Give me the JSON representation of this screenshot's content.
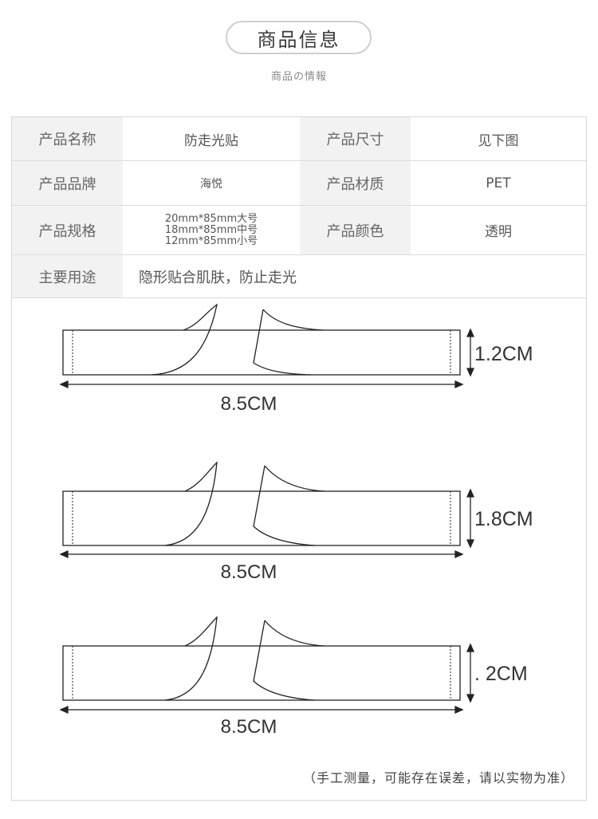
{
  "header": {
    "title": "商品信息",
    "subtitle": "商品の情報"
  },
  "spec_table": {
    "rows": [
      {
        "label1": "产品名称",
        "value1": "防走光贴",
        "label2": "产品尺寸",
        "value2": "见下图"
      },
      {
        "label1": "产品品牌",
        "value1": "海悦",
        "label2": "产品材质",
        "value2": "PET"
      },
      {
        "label1": "产品规格",
        "value1_lines": [
          "20mm*85mm大号",
          "18mm*85mm中号",
          "12mm*85mm小号"
        ],
        "label2": "产品颜色",
        "value2": "透明"
      },
      {
        "label1": "主要用途",
        "value1": "隐形贴合肌肤，防止走光"
      }
    ]
  },
  "diagrams": [
    {
      "width_label": "8.5CM",
      "height_label": "1.2CM"
    },
    {
      "width_label": "8.5CM",
      "height_label": "1.8CM"
    },
    {
      "width_label": "8.5CM",
      "height_label": ". 2CM"
    }
  ],
  "footnote": "（手工测量，可能存在误差，请以实物为准）"
}
